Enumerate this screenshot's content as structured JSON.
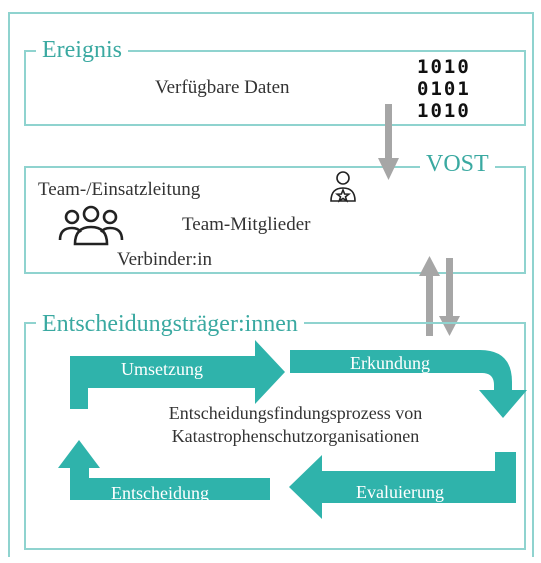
{
  "ereignis": {
    "title": "Ereignis",
    "data_label": "Verfügbare Daten",
    "binary": [
      "1010",
      "0101",
      "1010"
    ],
    "icon": "binary-data-icon"
  },
  "vost": {
    "title": "VOST",
    "team_lead": "Team-/Einsatzleitung",
    "team_members": "Team-Mitglieder",
    "liaison": "Verbinder:in",
    "icons": [
      "team-group-icon",
      "person-star-icon"
    ]
  },
  "decision": {
    "title": "Entscheidungsträger:innen",
    "cycle_text": [
      "Entscheidungsfindungsprozess von",
      "Katastrophenschutzorganisationen"
    ],
    "steps": {
      "implementation": "Umsetzung",
      "exploration": "Erkundung",
      "evaluation": "Evaluierung",
      "decision": "Entscheidung"
    }
  },
  "colors": {
    "frame": "#8fd3cf",
    "teal": "#2fb3ab",
    "title": "#3aa9a1",
    "connector": "#a0a0a0"
  }
}
